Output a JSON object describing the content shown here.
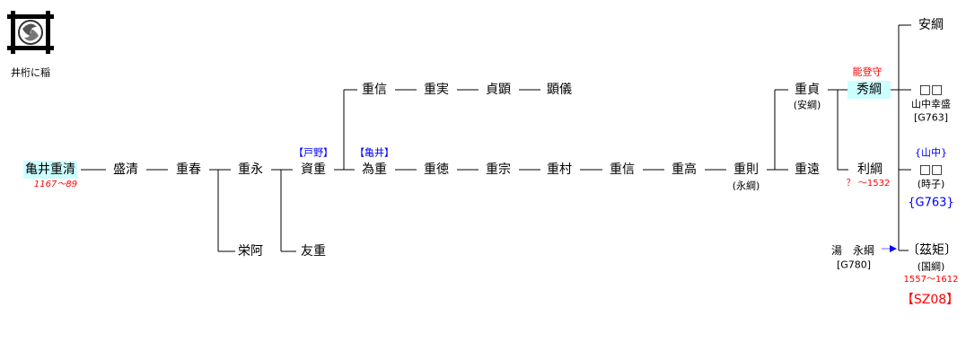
{
  "crest": {
    "label": "井桁に稲"
  },
  "people": {
    "shigekiyo": {
      "name": "亀井重清",
      "dates": "1167〜89"
    },
    "morikiyo": {
      "name": "盛清"
    },
    "shigeharu": {
      "name": "重春"
    },
    "shigenaga": {
      "name": "重永"
    },
    "eia": {
      "name": "栄阿"
    },
    "sukeshige": {
      "name": "資重",
      "clan": "【戸野】"
    },
    "tomoshige": {
      "name": "友重"
    },
    "tameshige": {
      "name": "為重",
      "clan": "【亀井】"
    },
    "shigenobu1": {
      "name": "重信"
    },
    "shigezane": {
      "name": "重実"
    },
    "sadaaki": {
      "name": "貞顕"
    },
    "akinori": {
      "name": "顕儀"
    },
    "shigenori_toku": {
      "name": "重徳"
    },
    "shigemune": {
      "name": "重宗"
    },
    "shigemura": {
      "name": "重村"
    },
    "shigenobu2": {
      "name": "重信"
    },
    "shigetaka": {
      "name": "重高"
    },
    "shigenori": {
      "name": "重則",
      "alias": "(永綱)"
    },
    "shigesada": {
      "name": "重貞",
      "alias": "(安綱)"
    },
    "shigetoo": {
      "name": "重遠"
    },
    "hidetsuna": {
      "name": "秀綱",
      "title": "能登守"
    },
    "toshitsuna": {
      "name": "利綱",
      "dates": "？ 〜1532"
    },
    "yasutsuna": {
      "name": "安綱"
    },
    "unknown1": {
      "name": "□□",
      "note": "山中幸盛",
      "ref": "[G763]"
    },
    "unknown2": {
      "name": "□□",
      "clan": "{山中}",
      "alias": "(時子)",
      "ref": "{G763}"
    },
    "yu_nagatsuna": {
      "name": "湯　永綱",
      "ref": "[G780]"
    },
    "korenori": {
      "name": "〔茲矩〕",
      "alias": "(国綱)",
      "dates": "1557〜1612",
      "ref": "【SZ08】"
    }
  },
  "colors": {
    "highlight": "#ccffff",
    "red": "#ff0000",
    "blue": "#0000ff"
  }
}
